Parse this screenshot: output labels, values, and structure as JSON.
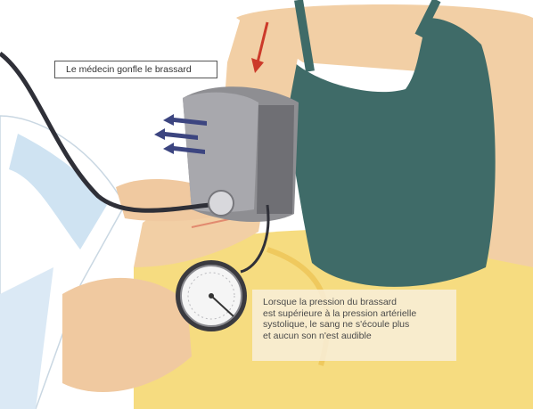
{
  "top_label": "Le médecin gonfle le brassard",
  "caption_lines": [
    "Lorsque la pression du brassard",
    "est supérieure à la pression artérielle",
    "systolique, le sang ne s'écoule plus",
    "et aucun son n'est audible"
  ],
  "colors": {
    "skin": "#f2cfa5",
    "tank_top": "#3f6b68",
    "skirt": "#f6dc80",
    "cuff": "#8e8e92",
    "coat_shadow": "#cfe3f2",
    "arrows": "#3c4580",
    "flow_arrow": "#cc3a2a"
  },
  "icons": [
    "blood-flow-arrow-icon",
    "air-arrow-icon",
    "sphygmomanometer-gauge-icon",
    "stethoscope-icon"
  ]
}
